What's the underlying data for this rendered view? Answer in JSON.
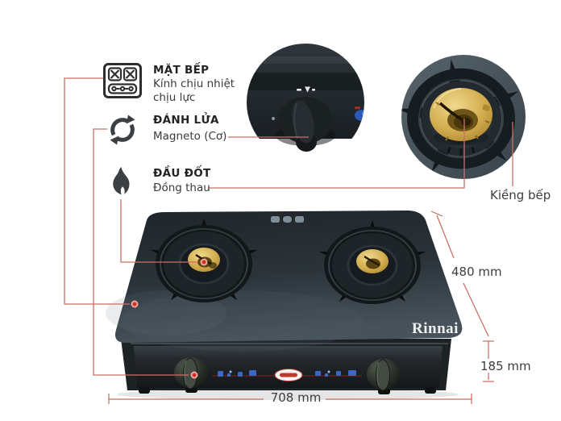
{
  "features": [
    {
      "icon": "cooktop-icon",
      "title": "MẶT BẾP",
      "desc": "Kính chịu nhiệt chịu lực"
    },
    {
      "icon": "ignition-icon",
      "title": "ĐÁNH LỬA",
      "desc": "Magneto (Cơ)"
    },
    {
      "icon": "flame-icon",
      "title": "ĐẦU ĐỐT",
      "desc": "Đồng thau"
    }
  ],
  "callouts": {
    "trivet": "Kiềng bếp"
  },
  "dimensions": {
    "depth": "480 mm",
    "height": "185 mm",
    "width": "708 mm"
  },
  "brand": {
    "logo": "Rinnai"
  },
  "colors": {
    "callout_line": "#cb6f66",
    "callout_dot": "#d32f21",
    "brass": "#d2ac4e",
    "glass_dark": "#262d32",
    "text": "#3a3a3a",
    "background": "#ffffff"
  }
}
